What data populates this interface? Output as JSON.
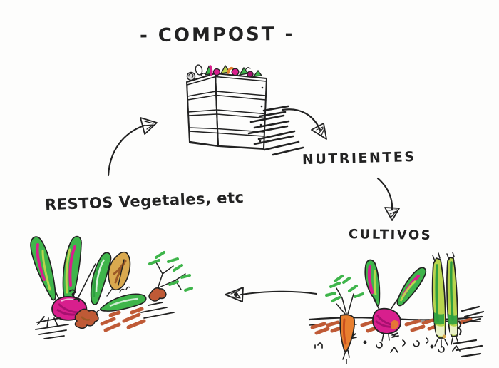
{
  "diagram": {
    "title": "- COMPOST -",
    "cycle_nodes": [
      {
        "id": "compost",
        "label": "- COMPOST -",
        "illustration": "wooden-crate-with-vegetable-scraps"
      },
      {
        "id": "nutrientes",
        "label": "NUTRIENTES",
        "illustration": null
      },
      {
        "id": "cultivos",
        "label": "CULTIVOS",
        "illustration": "crops-growing-in-soil-carrot-beet-leek"
      },
      {
        "id": "restos",
        "label": "RESTOS Vegetales, etc",
        "illustration": "discarded-vegetable-scraps-chard-leaves"
      }
    ],
    "arrows": [
      {
        "from": "compost",
        "to": "nutrientes"
      },
      {
        "from": "nutrientes",
        "to": "cultivos"
      },
      {
        "from": "cultivos",
        "to": "restos"
      },
      {
        "from": "restos",
        "to": "compost"
      }
    ]
  },
  "labels": {
    "title": "- COMPOST -",
    "nutrientes": "NUTRIENTES",
    "cultivos": "CULTIVOS",
    "restos": "RESTOS Vegetales, etc"
  },
  "colors": {
    "ink": "#222222",
    "green": "#3fb54b",
    "green-dark": "#2f9e40",
    "green-light": "#b9d44e",
    "magenta": "#d81f8d",
    "magenta-dark": "#a81070",
    "orange": "#e87f2f",
    "sienna": "#bf5a36",
    "tan": "#d9a94f",
    "brown": "#9c5a26",
    "crate-pink": "#e08a7e",
    "crate-pink-light": "#f9ece8",
    "paper": "#fdfdfc",
    "gray": "#9aa0a6"
  }
}
